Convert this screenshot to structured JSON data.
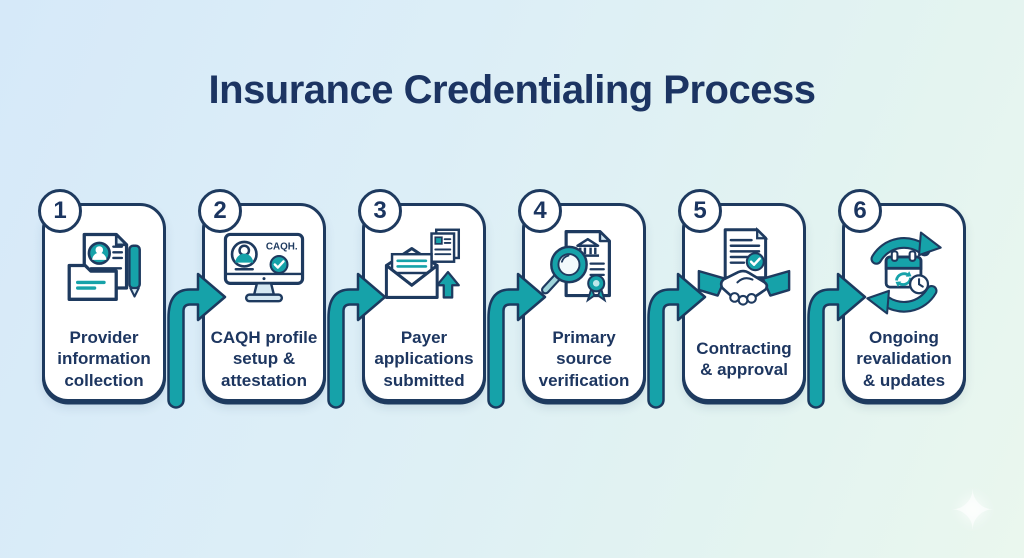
{
  "title": "Insurance Credentialing Process",
  "steps": [
    {
      "number": "1",
      "label": "Provider\ninformation\ncollection",
      "icon": "folder-document-pen-icon"
    },
    {
      "number": "2",
      "label": "CAQH profile\nsetup &\nattestation",
      "icon": "caqh-monitor-icon",
      "screen_text": "CAQH."
    },
    {
      "number": "3",
      "label": "Payer\napplications\nsubmitted",
      "icon": "envelope-upload-icon"
    },
    {
      "number": "4",
      "label": "Primary\nsource\nverification",
      "icon": "magnifier-certificate-icon"
    },
    {
      "number": "5",
      "label": "Contracting\n& approval",
      "icon": "handshake-contract-icon"
    },
    {
      "number": "6",
      "label": "Ongoing\nrevalidation\n& updates",
      "icon": "calendar-refresh-icon"
    }
  ],
  "colors": {
    "teal": "#16a2a9",
    "navy": "#1e3a5f",
    "title_navy": "#1c3462",
    "card_bg": "#ffffff",
    "bg_left": "#d6e9f9",
    "bg_right": "#eaf7ee"
  },
  "decor": {
    "sparkle_glyph": "✦"
  }
}
